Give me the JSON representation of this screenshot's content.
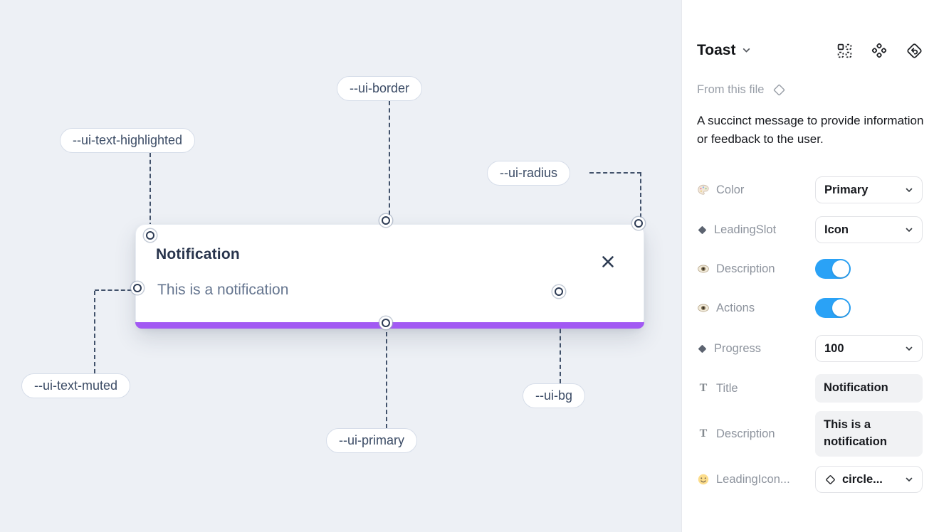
{
  "canvas": {
    "labels": [
      "--ui-border",
      "--ui-text-highlighted",
      "--ui-radius",
      "--ui-text-muted",
      "--ui-primary",
      "--ui-bg"
    ],
    "toast": {
      "title": "Notification",
      "description": "This is a notification"
    },
    "colors": {
      "background": "#edf0f5",
      "primary_bar": "#a259f3",
      "title_text": "#28344c",
      "muted_text": "#65758f"
    }
  },
  "panel": {
    "title": "Toast",
    "source_label": "From this file",
    "description": "A succinct message to provide information or feedback to the user.",
    "rows": [
      {
        "icon": "palette-icon",
        "label": "Color",
        "type": "dropdown",
        "value": "Primary"
      },
      {
        "icon": "diamond-icon",
        "label": "LeadingSlot",
        "type": "dropdown",
        "value": "Icon"
      },
      {
        "icon": "eye-icon",
        "label": "Description",
        "type": "toggle",
        "value": "on"
      },
      {
        "icon": "eye-icon",
        "label": "Actions",
        "type": "toggle",
        "value": "on"
      },
      {
        "icon": "diamond-icon",
        "label": "Progress",
        "type": "dropdown",
        "value": "100"
      },
      {
        "icon": "text-icon",
        "label": "Title",
        "type": "text-field",
        "value": "Notification"
      },
      {
        "icon": "text-icon",
        "label": "Description",
        "type": "text-field",
        "value": "This is a notification"
      },
      {
        "icon": "smiley-icon",
        "label": "LeadingIcon...",
        "type": "dropdown",
        "value": "circle..."
      }
    ],
    "colors": {
      "toggle_on": "#2aa2f6"
    }
  }
}
